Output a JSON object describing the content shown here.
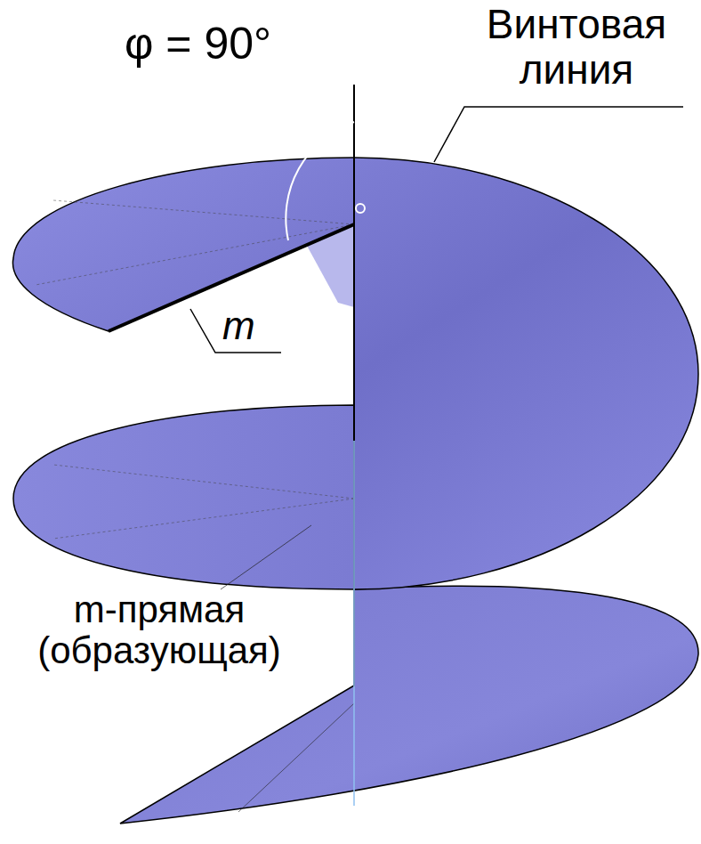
{
  "diagram": {
    "labels": [
      "φ = 90°",
      "Винтовая линия",
      "m",
      "m-прямая (образующая)"
    ]
  }
}
